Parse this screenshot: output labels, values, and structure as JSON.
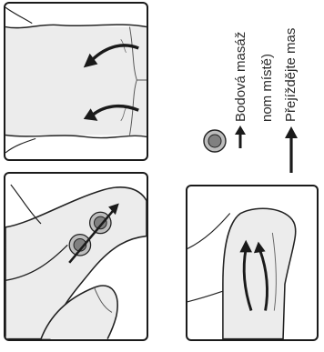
{
  "legend": {
    "point_massage_line1": "Bodová masáž",
    "point_massage_line2": "nom místě)",
    "glide_massage": "Přejíždějte mas"
  },
  "colors": {
    "outline": "#1a1a1a",
    "skin": "#ececec",
    "massage_point": "#808080"
  },
  "icons": [
    "massage-point-icon",
    "arrow-up-icon",
    "curved-arrow-icon"
  ]
}
